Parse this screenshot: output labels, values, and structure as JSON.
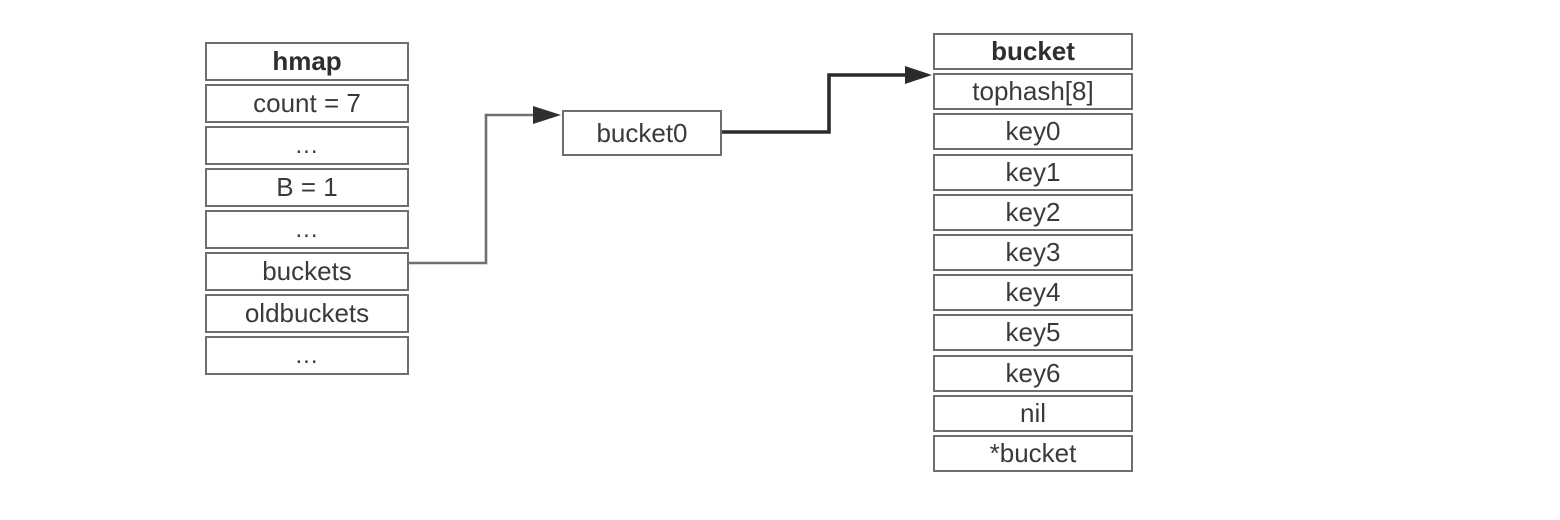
{
  "colors": {
    "background": "#ffffff",
    "box_border": "#6e6e6e",
    "text": "#3a3a3a",
    "connector_light": "#707070",
    "connector_dark": "#2b2b2b",
    "arrowhead_light": "#2f2f2f",
    "arrowhead_dark": "#2b2b2b"
  },
  "hmap_table": {
    "header": "hmap",
    "rows": [
      "count = 7",
      "...",
      "B = 1",
      "...",
      "buckets",
      "oldbuckets",
      "..."
    ]
  },
  "pointer_node": {
    "label": "bucket0"
  },
  "bucket_table": {
    "header": "bucket",
    "rows": [
      "tophash[8]",
      "key0",
      "key1",
      "key2",
      "key3",
      "key4",
      "key5",
      "key6",
      "nil",
      "*bucket"
    ]
  }
}
